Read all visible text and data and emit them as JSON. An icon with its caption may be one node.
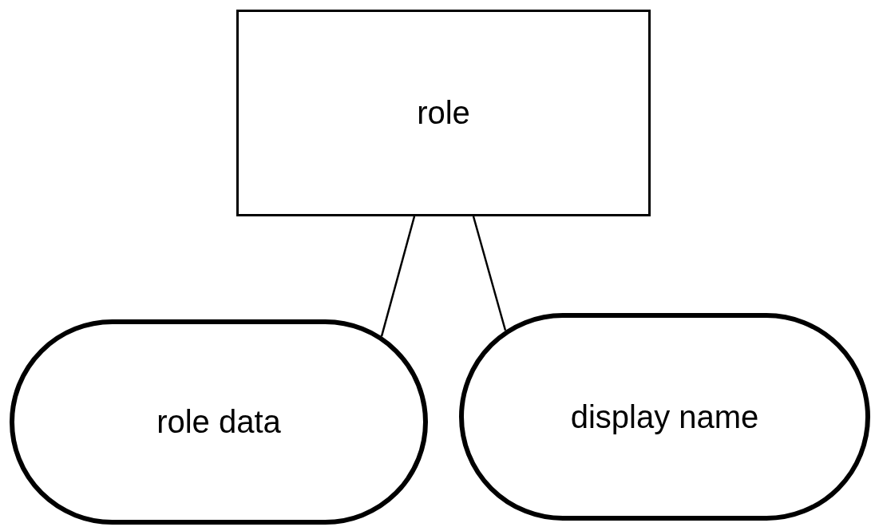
{
  "diagram": {
    "nodes": [
      {
        "text": [
          "role"
        ]
      },
      {
        "text": [
          "role data"
        ]
      },
      {
        "text": [
          "display name"
        ]
      }
    ],
    "edges": [
      {
        "from": 0,
        "to": 1,
        "arrow": "none"
      },
      {
        "from": 0,
        "to": 2,
        "arrow": "none"
      }
    ]
  }
}
